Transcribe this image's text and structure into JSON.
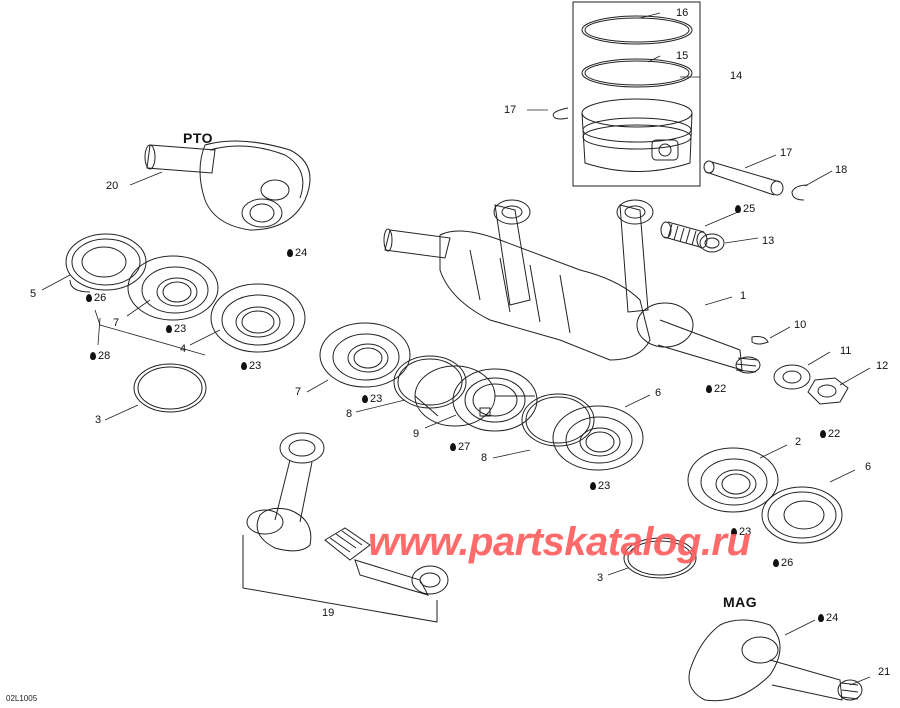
{
  "section_labels": {
    "pto": "PTO",
    "mag": "MAG"
  },
  "figure_code": "02L1005",
  "watermark": {
    "text": "www.partskatalog.ru",
    "color": "#ff5a5a"
  },
  "labels": {
    "l1": "1",
    "l2": "2",
    "l3a": "3",
    "l3b": "3",
    "l4": "4",
    "l5": "5",
    "l6a": "6",
    "l6b": "6",
    "l7a": "7",
    "l7b": "7",
    "l8a": "8",
    "l8b": "8",
    "l9": "9",
    "l10": "10",
    "l11": "11",
    "l12": "12",
    "l13": "13",
    "l14": "14",
    "l15": "15",
    "l16": "16",
    "l17a": "17",
    "l17b": "17",
    "l18": "18",
    "l19": "19",
    "l20": "20",
    "l21": "21"
  },
  "lube_labels": {
    "d24a": "24",
    "d24b": "24",
    "d25": "25",
    "d26a": "26",
    "d26b": "26",
    "d23a": "23",
    "d23b": "23",
    "d23c": "23",
    "d23d": "23",
    "d23e": "23",
    "d22a": "22",
    "d22b": "22",
    "d27": "27",
    "d28": "28"
  },
  "icons": {
    "lube": "oil-drop-icon"
  }
}
